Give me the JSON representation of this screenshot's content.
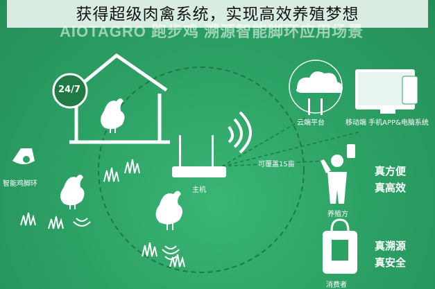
{
  "caption": "获得超级肉禽系统，实现高效养殖梦想",
  "header": "AIOTAGRO  跑步鸡  溯源智能脚环应用场景",
  "badge": "24/7",
  "labels": {
    "ankle_ring": "智能鸡脚环",
    "host": "主机",
    "coverage": "可覆盖15亩",
    "cloud": "云端平台",
    "mobile": "移动端 手机APP&电脑系统",
    "farmer": "养殖方",
    "consumer": "消费者"
  },
  "benefits": {
    "farmer_1": "真方便",
    "farmer_2": "真高效",
    "consumer_1": "真溯源",
    "consumer_2": "真安全"
  },
  "colors": {
    "background": "#2aa363",
    "badge": "#1f7a45",
    "badge_ring": "#ffffff",
    "text": "#ffffff"
  }
}
